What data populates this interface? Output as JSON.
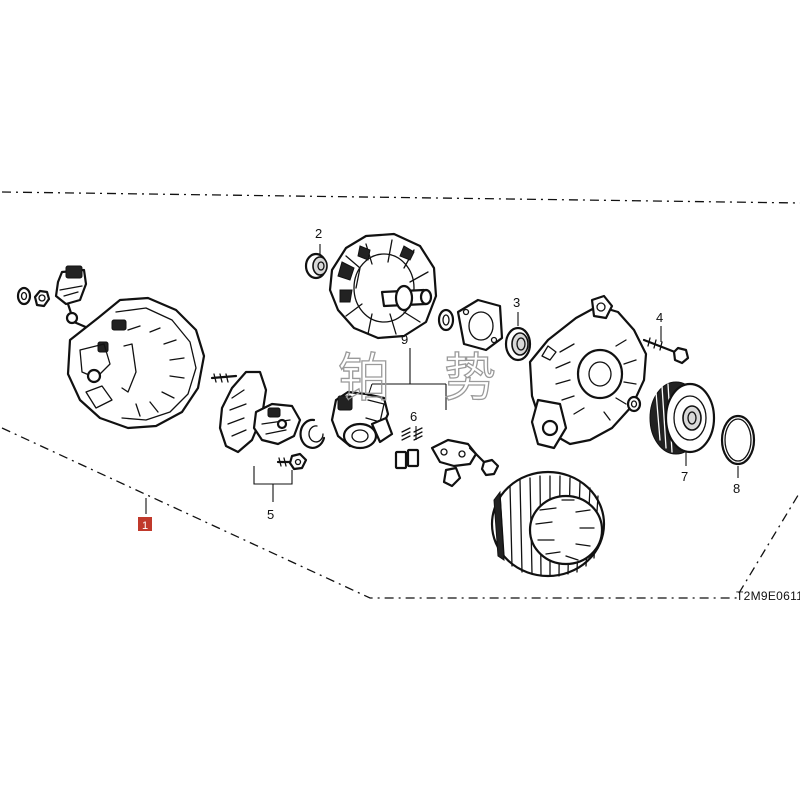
{
  "callouts": {
    "c1": "1",
    "c2": "2",
    "c3": "3",
    "c4": "4",
    "c5": "5",
    "c6": "6",
    "c7": "7",
    "c8": "8",
    "c9": "9"
  },
  "diagram_code": "T2M9E0611",
  "watermark": {
    "left": "铂",
    "right": "势"
  },
  "colors": {
    "line": "#111111",
    "highlight_box": "#c0392b",
    "watermark": "#9a9a9a"
  }
}
